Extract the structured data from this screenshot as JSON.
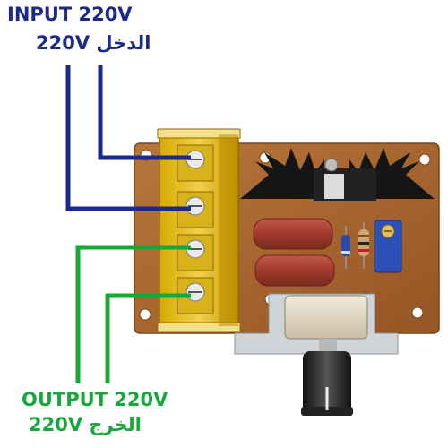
{
  "input_label": {
    "title": "INPUT 220V",
    "voltage": "220V",
    "arabic": "الدخل"
  },
  "output_label": {
    "title": "OUTPUT 220V",
    "voltage": "220V",
    "arabic": "الخرج"
  },
  "colors": {
    "input_wire": "#1a2a8c",
    "output_wire": "#18a83a",
    "pcb": "#a8652b",
    "terminal_block": "#e8c21a"
  }
}
